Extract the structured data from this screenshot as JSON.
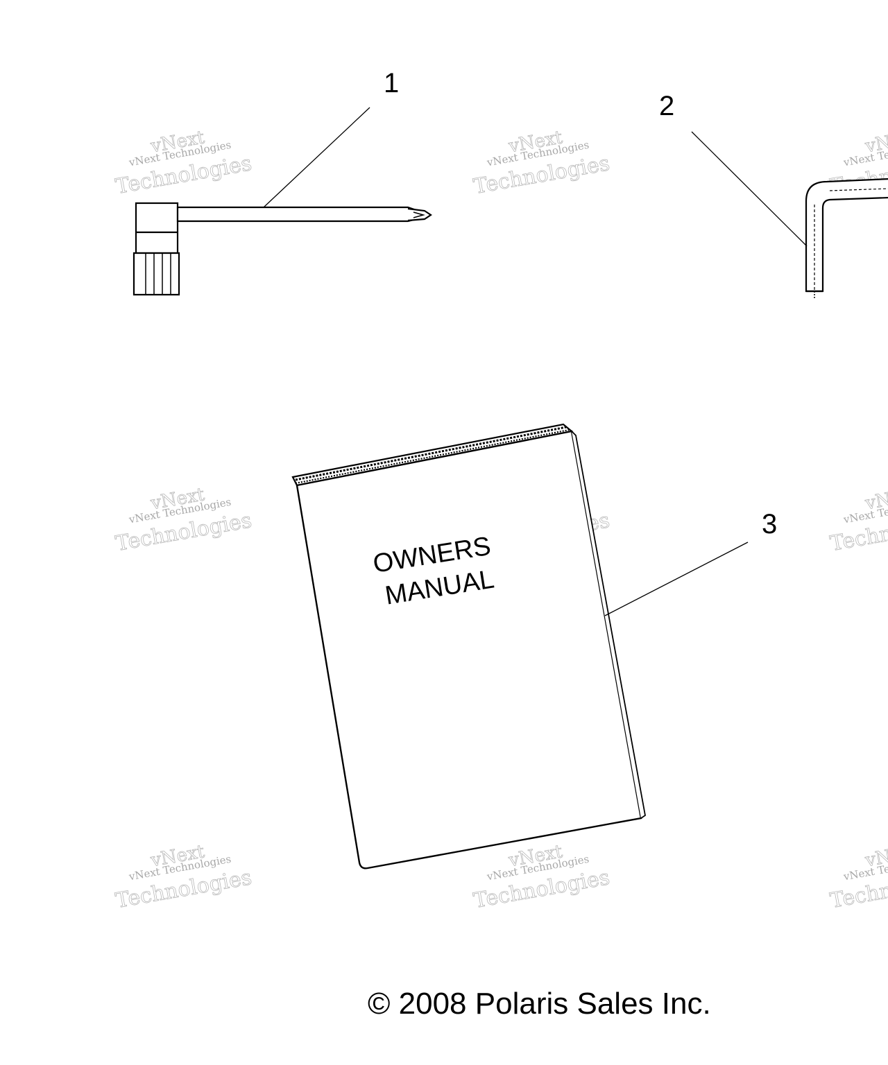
{
  "callouts": {
    "item1": "1",
    "item2": "2",
    "item3": "3"
  },
  "manual": {
    "line1": "OWNERS",
    "line2": "MANUAL"
  },
  "copyright": "© 2008 Polaris Sales Inc.",
  "watermark": {
    "small": "vNext Technologies",
    "big_top": "vNext",
    "big_bottom": "Technologies"
  },
  "colors": {
    "line": "#000000",
    "watermark": "#b8b8b8"
  }
}
